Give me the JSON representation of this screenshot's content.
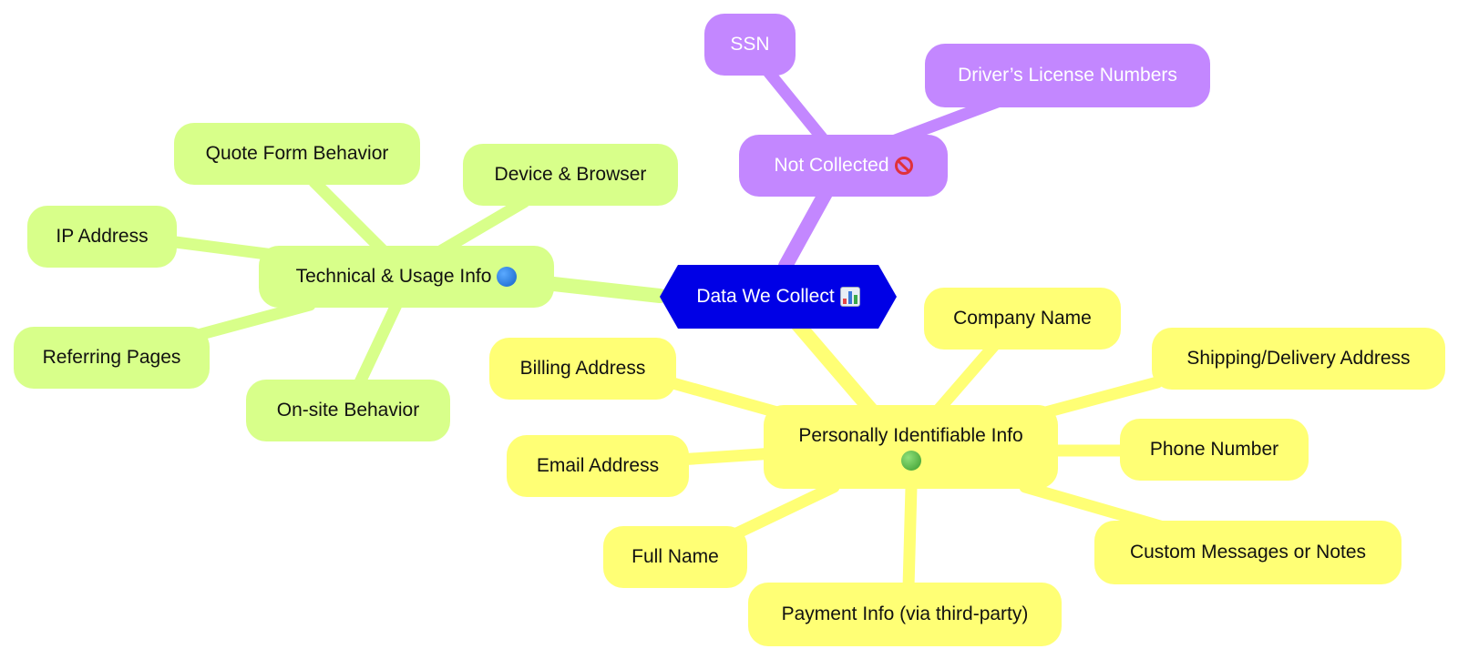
{
  "root": {
    "label": "Data We Collect"
  },
  "branches": {
    "pii": {
      "label": "Personally Identifiable Info",
      "color": "#ffff75",
      "children": [
        "Company Name",
        "Shipping/Delivery Address",
        "Phone Number",
        "Custom Messages or Notes",
        "Payment Info (via third-party)",
        "Full Name",
        "Email Address",
        "Billing Address"
      ]
    },
    "technical": {
      "label": "Technical & Usage Info",
      "color": "#d8ff8a",
      "children": [
        "Quote Form Behavior",
        "Device & Browser",
        "IP Address",
        "Referring Pages",
        "On-site Behavior"
      ]
    },
    "not_collected": {
      "label": "Not Collected",
      "color": "#c387ff",
      "children": [
        "SSN",
        "Driver’s License Numbers"
      ]
    }
  },
  "icons": {
    "root": "bar-chart-icon",
    "pii": "green-circle-icon",
    "technical": "blue-circle-icon",
    "not_collected": "prohibited-icon"
  },
  "colors": {
    "root": "#0000e6",
    "pii": "#ffff75",
    "technical": "#d8ff8a",
    "not_collected": "#c387ff"
  }
}
